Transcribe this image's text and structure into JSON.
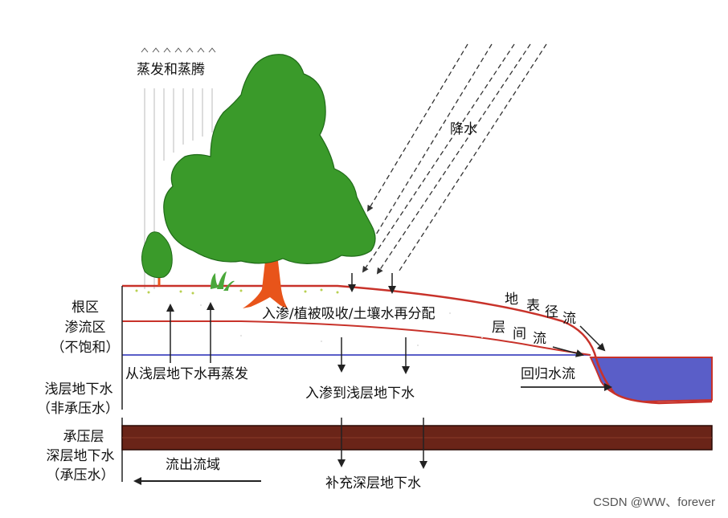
{
  "labels": {
    "evap": "蒸发和蒸腾",
    "rain": "降水",
    "root1": "根区",
    "root2": "渗流区",
    "root3": "（不饱和）",
    "infil": "入渗/植被吸收/土壤水再分配",
    "surface1": "地",
    "surface2": "表",
    "surface3": "径",
    "surface4": "流",
    "inter1": "层",
    "inter2": "间",
    "inter3": "流",
    "reevap": "从浅层地下水再蒸发",
    "shallow1": "浅层地下水",
    "shallow2": "（非承压水）",
    "return": "回归水流",
    "infil_shallow": "入渗到浅层地下水",
    "conf1": "承压层",
    "conf2": "深层地下水",
    "conf3": "（承压水）",
    "outflow": "流出流域",
    "recharge": "补充深层地下水"
  },
  "watermark": "CSDN @WW、forever",
  "colors": {
    "tree": "#3a9a2a",
    "trunk": "#e8541a",
    "soil_line": "#c8322a",
    "water": "#5a5ec8",
    "confining": "#6a2418",
    "arrow": "#222222"
  }
}
